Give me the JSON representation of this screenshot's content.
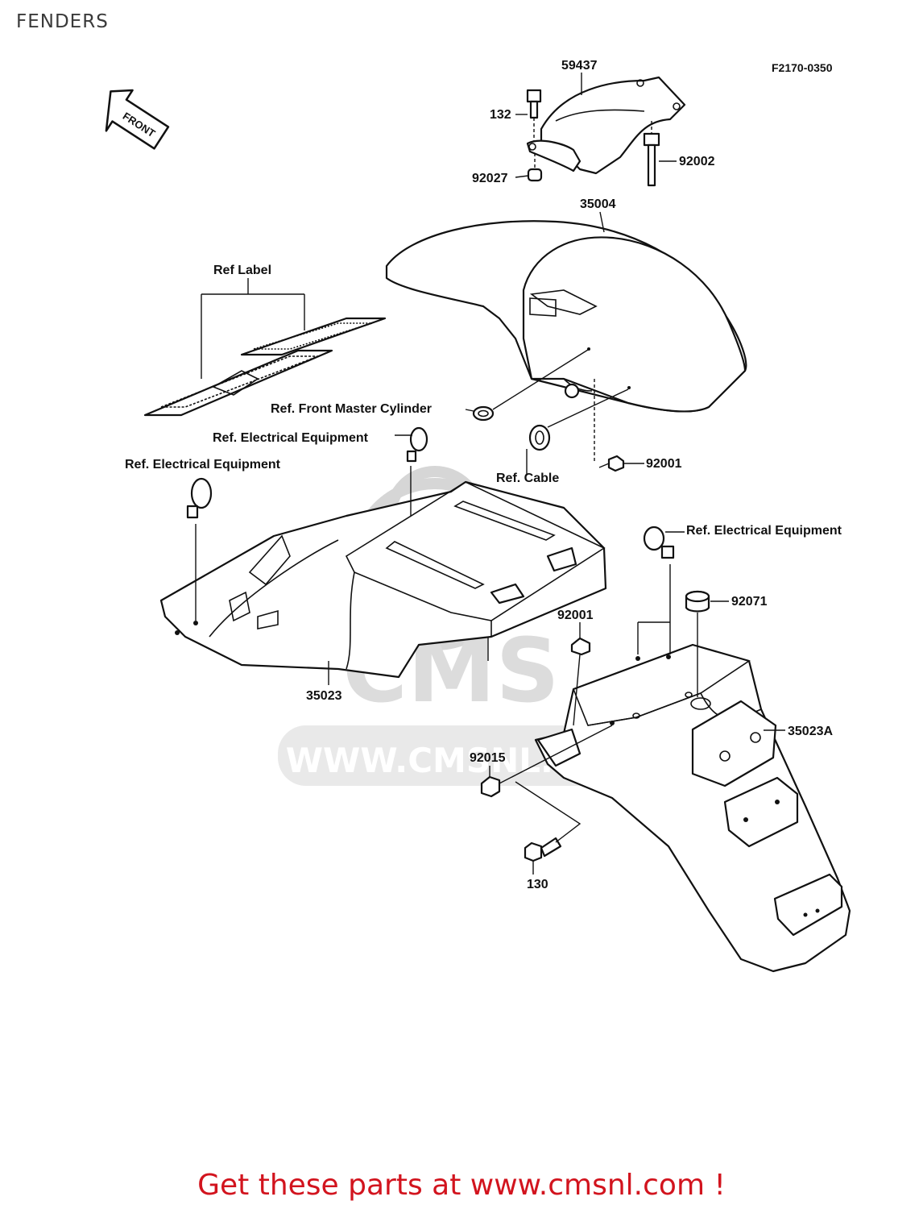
{
  "page": {
    "title": "FENDERS",
    "footer": "Get these parts at www.cmsnl.com !"
  },
  "diagram": {
    "code": "F2170-0350",
    "front_arrow": "FRONT",
    "watermark": {
      "logo": "CMS",
      "url": "WWW.CMSNL.COM"
    },
    "labels": {
      "p59437": "59437",
      "p132": "132",
      "p92027": "92027",
      "p92002": "92002",
      "p35004": "35004",
      "ref_label": "Ref Label",
      "ref_front_master": "Ref. Front Master Cylinder",
      "ref_elec_1": "Ref. Electrical Equipment",
      "ref_elec_2": "Ref. Electrical Equipment",
      "ref_elec_3": "Ref. Electrical Equipment",
      "ref_cable": "Ref. Cable",
      "p92001_a": "92001",
      "p92001_b": "92001",
      "p92071": "92071",
      "p35023": "35023",
      "p35023A": "35023A",
      "p92015": "92015",
      "p130": "130"
    }
  }
}
